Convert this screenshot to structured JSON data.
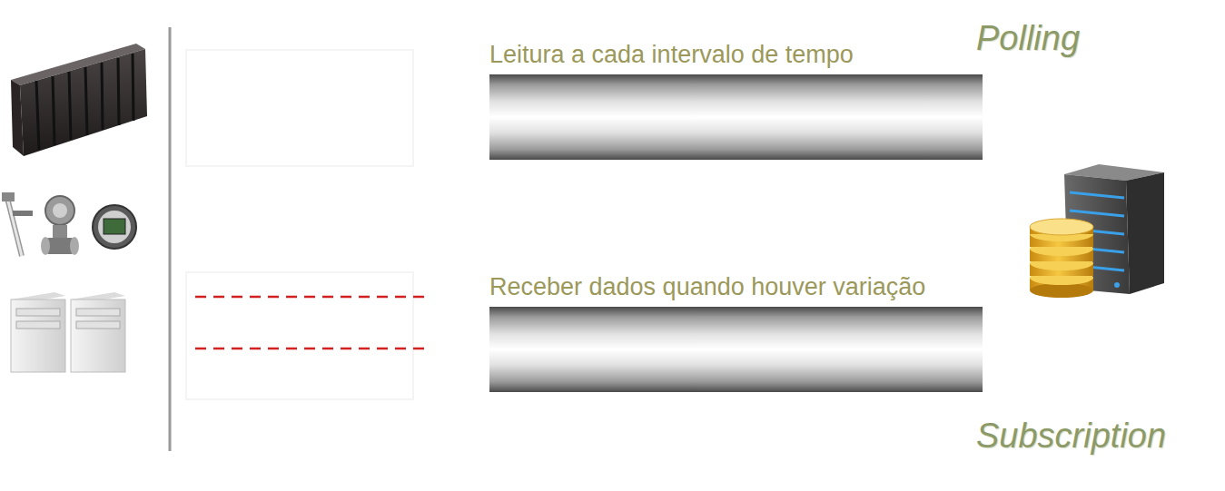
{
  "diagram": {
    "nodes": [
      {
        "text": [
          "Leitura a cada intervalo de tempo"
        ]
      },
      {
        "text": [
          "Receber dados quando houver variação"
        ]
      }
    ],
    "labels": [
      "Polling",
      "Subscription"
    ]
  }
}
